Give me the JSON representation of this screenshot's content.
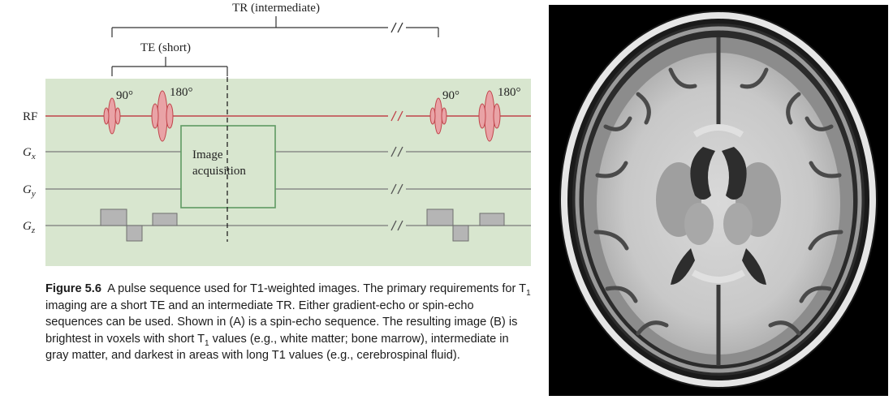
{
  "diagram": {
    "tr_label": "TR (intermediate)",
    "te_label": "TE (short)",
    "channels": {
      "rf": "RF",
      "gx": {
        "main": "G",
        "sub": "x"
      },
      "gy": {
        "main": "G",
        "sub": "y"
      },
      "gz": {
        "main": "G",
        "sub": "z"
      }
    },
    "pulse_labels": {
      "first_90": "90°",
      "first_180": "180°",
      "second_90": "90°",
      "second_180": "180°"
    },
    "acquisition_box": {
      "line1": "Image",
      "line2": "acquisition"
    },
    "colors": {
      "panel_bg": "#d8e6cf",
      "rf_line": "#c0444a",
      "pulse_fill": "#e9a3a6",
      "pulse_stroke": "#c0444a",
      "gradient_fill": "#b5b5b5",
      "acquisition_box": "#5f9a63"
    }
  },
  "caption": {
    "figure_number": "Figure 5.6",
    "part1": "A pulse sequence used for T1-weighted images. The primary requirements for T",
    "sub1": "1",
    "part2": " imaging are a short TE and an intermediate TR. Either gradient-echo or spin-echo sequences can be used. Shown in (A) is a spin-echo sequence. The resulting image (B) is brightest in voxels with short T",
    "sub2": "1",
    "part3": " values (e.g., white matter; bone marrow), intermediate in gray matter, and darkest in areas with long T1 values (e.g., cerebrospinal fluid)."
  },
  "brain_image": {
    "description_icon": "axial-t1-mri-brain-image"
  }
}
